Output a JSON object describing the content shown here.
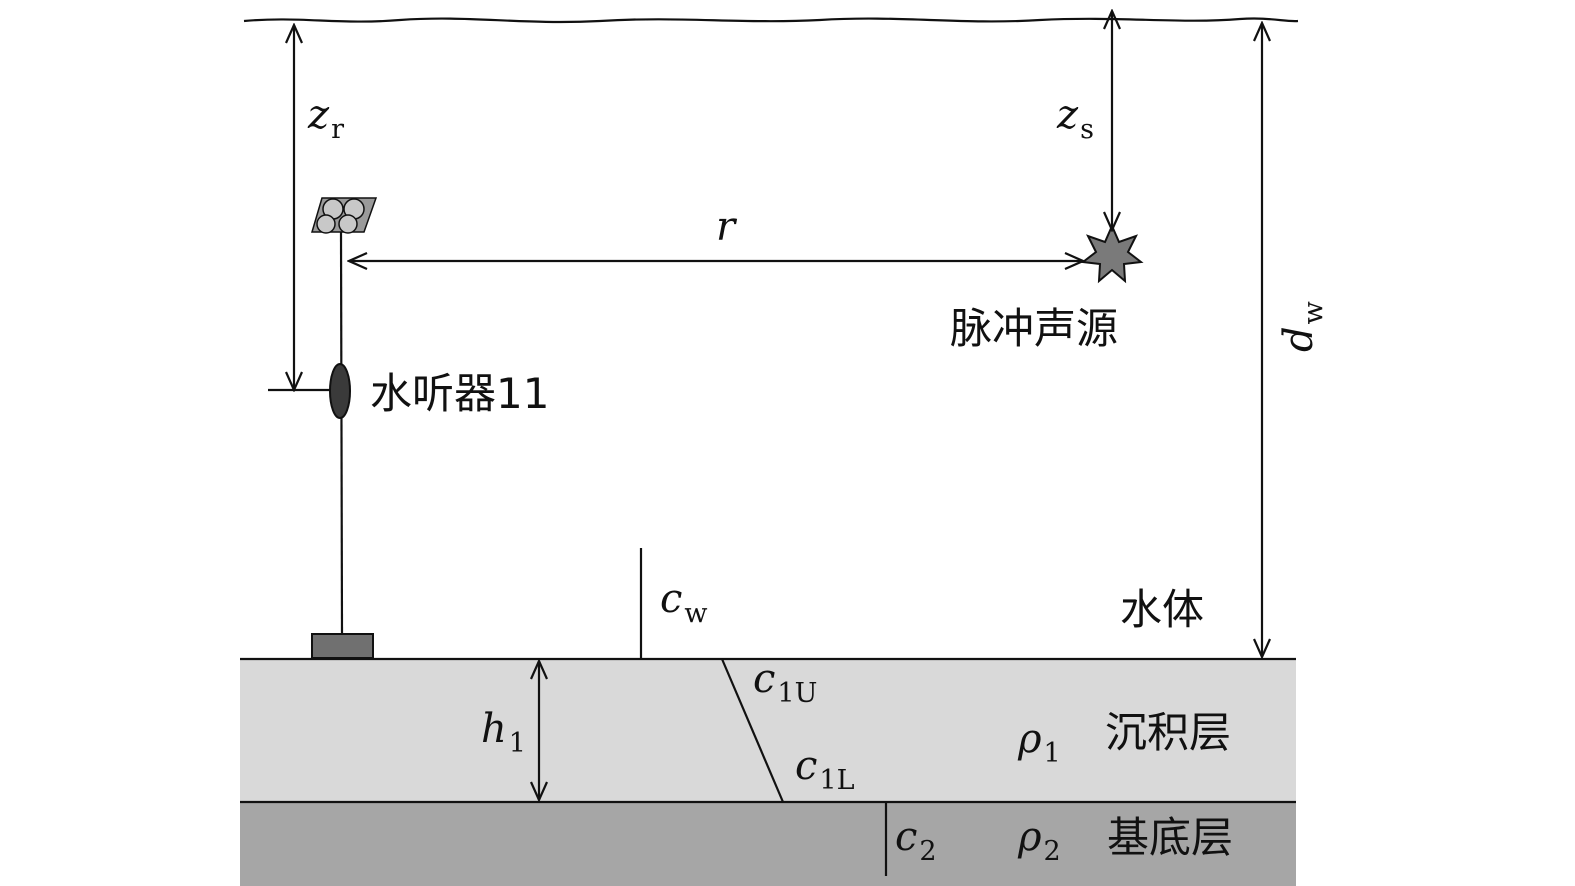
{
  "labels": {
    "z_r": "z",
    "z_r_sub": "r",
    "z_s": "z",
    "z_s_sub": "s",
    "r": "r",
    "d_w": "d",
    "d_w_sub": "w",
    "source": "脉冲声源",
    "hydrophone": "水听器11",
    "water": "水体",
    "c_w": "c",
    "c_w_sub": "w",
    "c_1U": "c",
    "c_1U_sub": "1U",
    "c_1L": "c",
    "c_1L_sub": "1L",
    "h_1": "h",
    "h_1_sub": "1",
    "rho_1": "ρ",
    "rho_1_sub": "1",
    "sediment": "沉积层",
    "c_2": "c",
    "c_2_sub": "2",
    "rho_2": "ρ",
    "rho_2_sub": "2",
    "basement": "基底层"
  },
  "colors": {
    "water": "#ffffff",
    "sediment": "#d9d9d9",
    "basement": "#a6a6a6",
    "line": "#111111",
    "source_star": "#7a7a7a",
    "hydrophone": "#3a3a3a",
    "anchor": "#707070",
    "buoy": "#c8c8c8"
  },
  "icons": {
    "source": "star-icon",
    "hydrophone": "hydrophone-icon",
    "buoy": "float-buoy-icon",
    "anchor": "anchor-block-icon"
  }
}
